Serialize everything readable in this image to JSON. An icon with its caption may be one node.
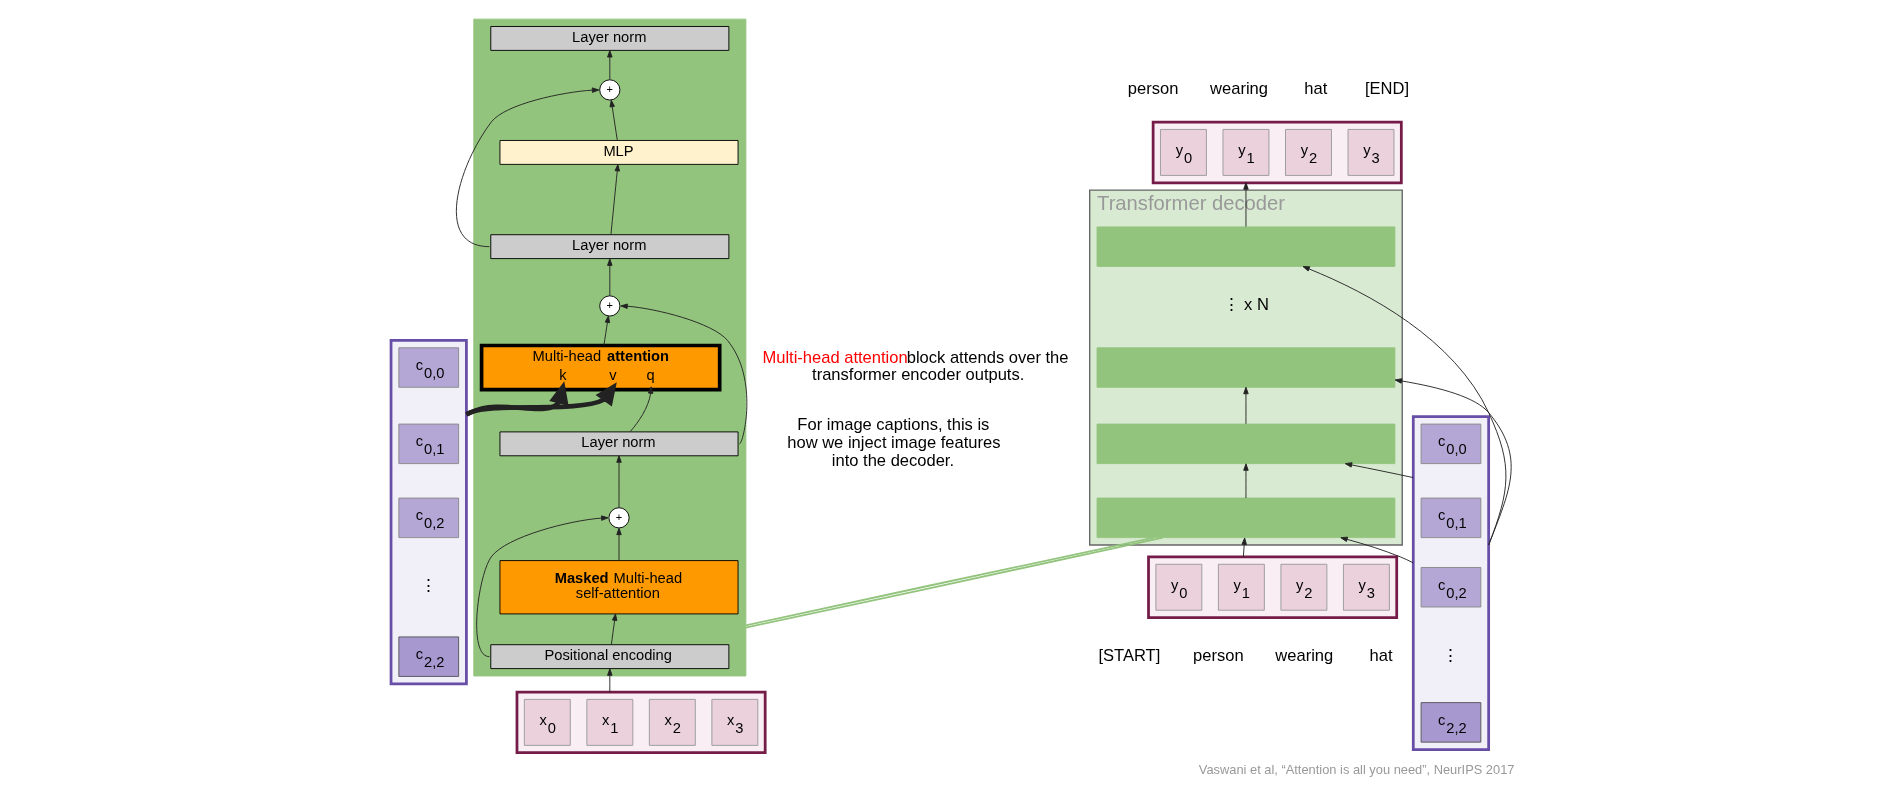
{
  "diagram": {
    "caption": "Vaswani et al, “Attention is all you need”, NeurIPS 2017",
    "nodes": [
      {
        "text": [],
        "shape": "box"
      },
      {
        "text": [
          "y$_{0}$"
        ],
        "in": 0,
        "beside": [
          "person"
        ]
      },
      {
        "text": [
          "y$_{1}$"
        ],
        "in": 0,
        "beside": [
          "wearing"
        ]
      },
      {
        "text": [
          "y$_{2}$"
        ],
        "in": 0,
        "beside": [
          "hat"
        ]
      },
      {
        "text": [
          "y$_{3}$"
        ],
        "in": 0,
        "beside": [
          "[END]"
        ]
      },
      {
        "text": [
          "Transformer decoder"
        ]
      },
      {
        "text": [],
        "shape": "bar",
        "in": 5
      },
      {
        "text": [],
        "shape": "bar",
        "in": 5
      },
      {
        "text": [],
        "shape": "bar",
        "in": 5
      },
      {
        "text": [],
        "shape": "bar",
        "in": 5
      },
      {
        "text": [],
        "shape": "box"
      },
      {
        "text": [
          "y$_{0}$"
        ],
        "in": 10,
        "beside": [
          "[START]"
        ]
      },
      {
        "text": [
          "y$_{1}$"
        ],
        "in": 10,
        "beside": [
          "person"
        ]
      },
      {
        "text": [
          "y$_{2}$"
        ],
        "in": 10,
        "beside": [
          "wearing"
        ]
      },
      {
        "text": [
          "y$_{3}$"
        ],
        "in": 10,
        "beside": [
          "hat"
        ]
      },
      {
        "text": [],
        "shape": "box"
      },
      {
        "text": [
          "c$_{0,0}$"
        ],
        "in": 15
      },
      {
        "text": [
          "c$_{0,1}$"
        ],
        "in": 15
      },
      {
        "text": [
          "c$_{0,2}$"
        ],
        "in": 15
      },
      {
        "text": [
          "c$_{2,2}$"
        ],
        "in": 15
      },
      {
        "text": [],
        "shape": "box"
      },
      {
        "text": [
          "Layer norm"
        ],
        "in": 20
      },
      {
        "text": [
          "+"
        ],
        "in": 20
      },
      {
        "text": [
          "MLP"
        ],
        "in": 20
      },
      {
        "text": [
          "Layer norm"
        ],
        "in": 20
      },
      {
        "text": [
          "+"
        ],
        "in": 20
      },
      {
        "text": [
          "Multi-head **attention**",
          "k",
          "v",
          "q"
        ],
        "in": 20
      },
      {
        "text": [
          "Layer norm"
        ],
        "in": 20
      },
      {
        "text": [
          "+"
        ],
        "in": 20
      },
      {
        "text": [
          "**Masked** Multi-head self-attention"
        ],
        "in": 20
      },
      {
        "text": [
          "Positional encoding"
        ],
        "in": 20
      },
      {
        "text": [],
        "shape": "box"
      },
      {
        "text": [
          "x$_{0}$"
        ],
        "in": 31
      },
      {
        "text": [
          "x$_{1}$"
        ],
        "in": 31
      },
      {
        "text": [
          "x$_{2}$"
        ],
        "in": 31
      },
      {
        "text": [
          "x$_{3}$"
        ],
        "in": 31
      },
      {
        "text": [],
        "shape": "box"
      },
      {
        "text": [
          "c$_{0,0}$"
        ],
        "in": 36
      },
      {
        "text": [
          "c$_{0,1}$"
        ],
        "in": 36
      },
      {
        "text": [
          "c$_{0,2}$"
        ],
        "in": 36
      },
      {
        "text": [
          "c$_{2,2}$"
        ],
        "in": 36
      }
    ],
    "edges": [
      {
        "from": 10,
        "to": 9,
        "arrow": "to"
      },
      {
        "from": 9,
        "to": 8,
        "arrow": "to"
      },
      {
        "from": 8,
        "to": 7,
        "arrow": "to"
      },
      {
        "from": 6,
        "to": 0,
        "arrow": "to"
      },
      {
        "from": 15,
        "to": 6,
        "arrow": "to"
      },
      {
        "from": 15,
        "to": 7,
        "arrow": "to"
      },
      {
        "from": 15,
        "to": 8,
        "arrow": "to"
      },
      {
        "from": 15,
        "to": 9,
        "arrow": "to"
      },
      {
        "from": 9,
        "to": 20,
        "arrow": "none",
        "color": "#93c47d"
      },
      {
        "from": 9,
        "to": 20,
        "arrow": "none",
        "color": "#93c47d"
      },
      {
        "from": 31,
        "to": 30,
        "arrow": "to"
      },
      {
        "from": 30,
        "to": 29,
        "arrow": "to"
      },
      {
        "from": 30,
        "to": 28,
        "arrow": "to"
      },
      {
        "from": 29,
        "to": 28,
        "arrow": "to"
      },
      {
        "from": 28,
        "to": 27,
        "arrow": "to"
      },
      {
        "from": 27,
        "to": 26,
        "arrow": "to"
      },
      {
        "from": 27,
        "to": 25,
        "arrow": "to"
      },
      {
        "from": 26,
        "to": 25,
        "arrow": "to"
      },
      {
        "from": 25,
        "to": 24,
        "arrow": "to"
      },
      {
        "from": 24,
        "to": 23,
        "arrow": "to"
      },
      {
        "from": 24,
        "to": 22,
        "arrow": "to"
      },
      {
        "from": 23,
        "to": 22,
        "arrow": "to"
      },
      {
        "from": 22,
        "to": 21,
        "arrow": "to"
      },
      {
        "from": 36,
        "to": 26,
        "arrow": "to",
        "style": "thick"
      },
      {
        "from": 36,
        "to": 26,
        "arrow": "to",
        "style": "thick"
      }
    ],
    "labels": [
      "⋮ x N",
      "⋮",
      "⋮",
      "Multi-head attention",
      "block attends over the transformer encoder outputs.",
      "For image captions, this is how we inject image features into the decoder."
    ]
  }
}
